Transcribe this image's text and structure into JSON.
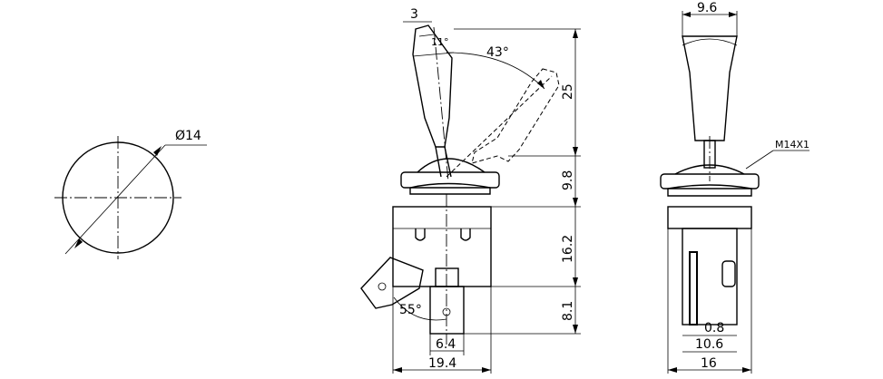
{
  "dimensions": {
    "diameter": "Ø14",
    "lever_width": "3",
    "angle_small": "11°",
    "angle_throw": "43°",
    "lever_length": "25",
    "bushing_height": "9.8",
    "body_height": "16.2",
    "terminal_height": "8.1",
    "terminal_angle": "55°",
    "terminal_width": "6.4",
    "body_width": "19.4",
    "lever_top_width": "9.6",
    "thread": "M14X1",
    "terminal_thickness": "0.8",
    "terminal_span": "10.6",
    "side_width": "16"
  }
}
